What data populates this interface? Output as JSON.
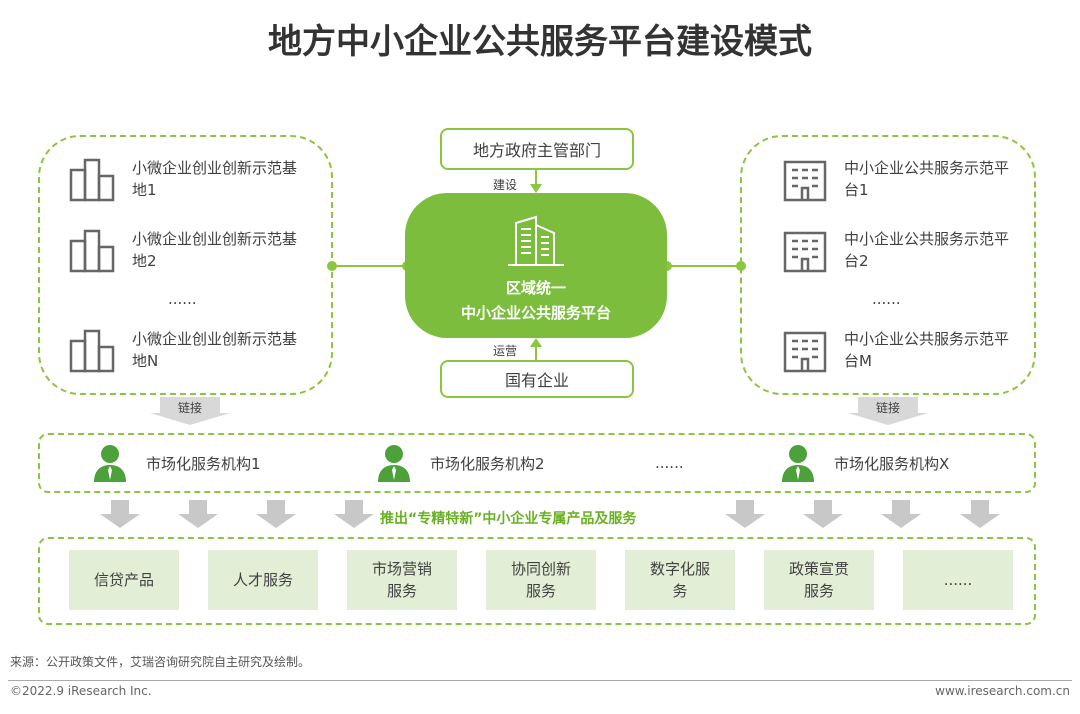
{
  "title": "地方中小企业公共服务平台建设模式",
  "left_items": [
    "小微企业创业创新示范基地1",
    "小微企业创业创新示范基地2",
    "小微企业创业创新示范基地N"
  ],
  "left_ellipsis": "......",
  "right_items": [
    "中小企业公共服务示范平台1",
    "中小企业公共服务示范平台2",
    "中小企业公共服务示范平台M"
  ],
  "right_ellipsis": "......",
  "top_box": "地方政府主管部门",
  "build_label": "建设",
  "center": {
    "line1": "区域统一",
    "line2": "中小企业公共服务平台"
  },
  "operate_label": "运营",
  "bottom_box": "国有企业",
  "link_label_left": "链接",
  "link_label_right": "链接",
  "institutions": [
    "市场化服务机构1",
    "市场化服务机构2",
    "......",
    "市场化服务机构X"
  ],
  "launch_text": "推出“专精特新”中小企业专属产品及服务",
  "products": [
    "信贷产品",
    "人才服务",
    "市场营销服务",
    "协同创新服务",
    "数字化服务",
    "政策宣贯服务",
    "......"
  ],
  "source": "来源：公开政策文件，艾瑞咨询研究院自主研究及绘制。",
  "copyright": "©2022.9 iResearch Inc.",
  "website": "www.iresearch.com.cn",
  "colors": {
    "green": "#7cbd3e",
    "light_green": "#e2efd6",
    "gray_arrow": "#c8c8c8"
  }
}
